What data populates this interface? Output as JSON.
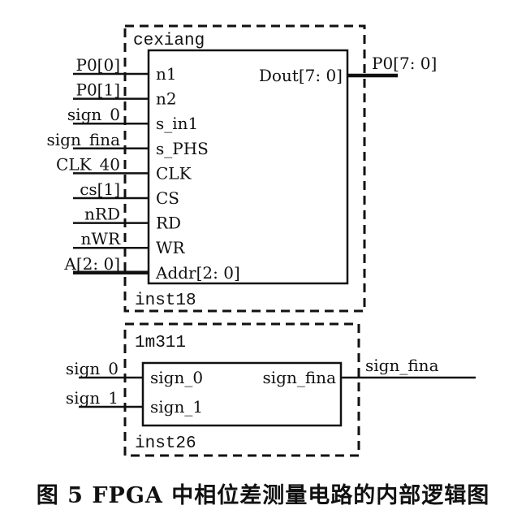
{
  "diagram": {
    "blocks": [
      {
        "id": "cexiang",
        "module_name": "cexiang",
        "instance_name": "inst18",
        "inputs": [
          {
            "net": "P0[0]",
            "port": "n1",
            "bus": false
          },
          {
            "net": "P0[1]",
            "port": "n2",
            "bus": false
          },
          {
            "net": "sign_0",
            "port": "s_in1",
            "bus": false
          },
          {
            "net": "sign_fina",
            "port": "s_PHS",
            "bus": false
          },
          {
            "net": "CLK_40",
            "port": "CLK",
            "bus": false
          },
          {
            "net": "cs[1]",
            "port": "CS",
            "bus": false
          },
          {
            "net": "nRD",
            "port": "RD",
            "bus": false
          },
          {
            "net": "nWR",
            "port": "WR",
            "bus": false
          },
          {
            "net": "A[2: 0]",
            "port": "Addr[2: 0]",
            "bus": true
          }
        ],
        "outputs": [
          {
            "net": "P0[7: 0]",
            "port": "Dout[7: 0]",
            "bus": true
          }
        ]
      },
      {
        "id": "lm311",
        "module_name": "1m311",
        "instance_name": "inst26",
        "inputs": [
          {
            "net": "sign_0",
            "port": "sign_0",
            "bus": false
          },
          {
            "net": "sign_1",
            "port": "sign_1",
            "bus": false
          }
        ],
        "outputs": [
          {
            "net": "sign_fina",
            "port": "sign_fina",
            "bus": false
          }
        ]
      }
    ]
  },
  "caption": "图 5  FPGA 中相位差测量电路的内部逻辑图"
}
